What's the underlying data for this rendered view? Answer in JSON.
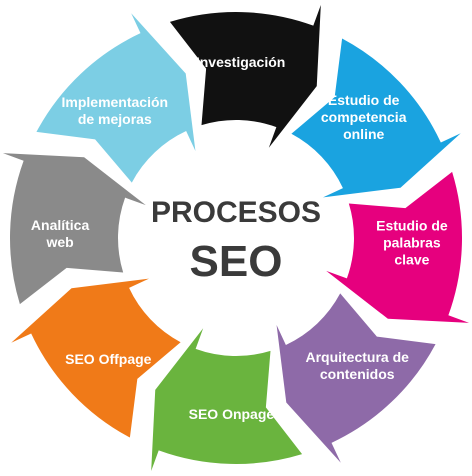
{
  "center": {
    "line1": "PROCESOS",
    "line2": "SEO"
  },
  "steps": [
    {
      "lines": [
        "Investigación"
      ],
      "color": "#111111"
    },
    {
      "lines": [
        "Estudio de",
        "competencia",
        "online"
      ],
      "color": "#1aa3e0"
    },
    {
      "lines": [
        "Estudio de",
        "palabras",
        "clave"
      ],
      "color": "#e6007e"
    },
    {
      "lines": [
        "Arquitectura de",
        "contenidos"
      ],
      "color": "#8e6aa8"
    },
    {
      "lines": [
        "SEO Onpage"
      ],
      "color": "#6ab43e"
    },
    {
      "lines": [
        "SEO Offpage"
      ],
      "color": "#f07a18"
    },
    {
      "lines": [
        "Analítica",
        "web"
      ],
      "color": "#8a8a8a"
    },
    {
      "lines": [
        "Implementación",
        "de mejoras"
      ],
      "color": "#7ccee4"
    }
  ]
}
